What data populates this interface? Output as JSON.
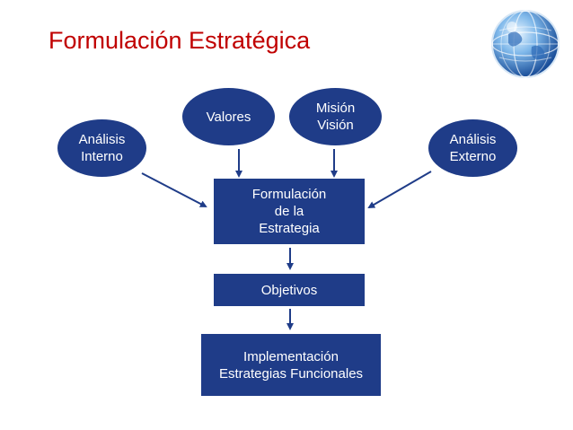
{
  "title": "Formulación Estratégica",
  "colors": {
    "title": "#c00000",
    "node_fill": "#1f3c88",
    "node_text": "#ffffff",
    "arrow": "#1f3c88"
  },
  "icons": {
    "globe": "globe-icon"
  },
  "nodes": {
    "analisis_interno": "Análisis\nInterno",
    "valores": "Valores",
    "mision_vision": "Misión\nVisión",
    "analisis_externo": "Análisis\nExterno",
    "formulacion": "Formulación\nde la\nEstrategia",
    "objetivos": "Objetivos",
    "implementacion": "Implementación\nEstrategias Funcionales"
  }
}
